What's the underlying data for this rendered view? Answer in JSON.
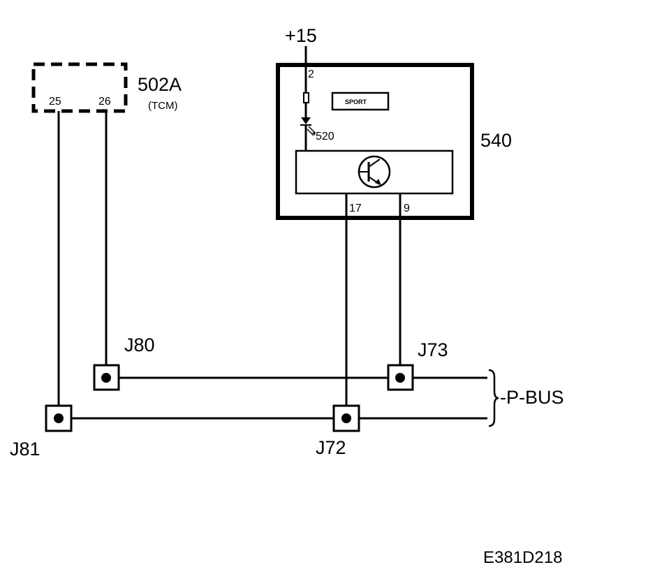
{
  "supply": {
    "label": "+15"
  },
  "tcm": {
    "id": "502A",
    "name": "(TCM)",
    "pin_left": "25",
    "pin_right": "26"
  },
  "module": {
    "id": "540",
    "pin_supply": "2",
    "sport_label": "SPORT",
    "led_label": "520",
    "pin_left": "17",
    "pin_right": "9"
  },
  "junctions": {
    "j80": "J80",
    "j73": "J73",
    "j81": "J81",
    "j72": "J72"
  },
  "bus": {
    "label": "-P-BUS"
  },
  "figure_code": "E381D218"
}
